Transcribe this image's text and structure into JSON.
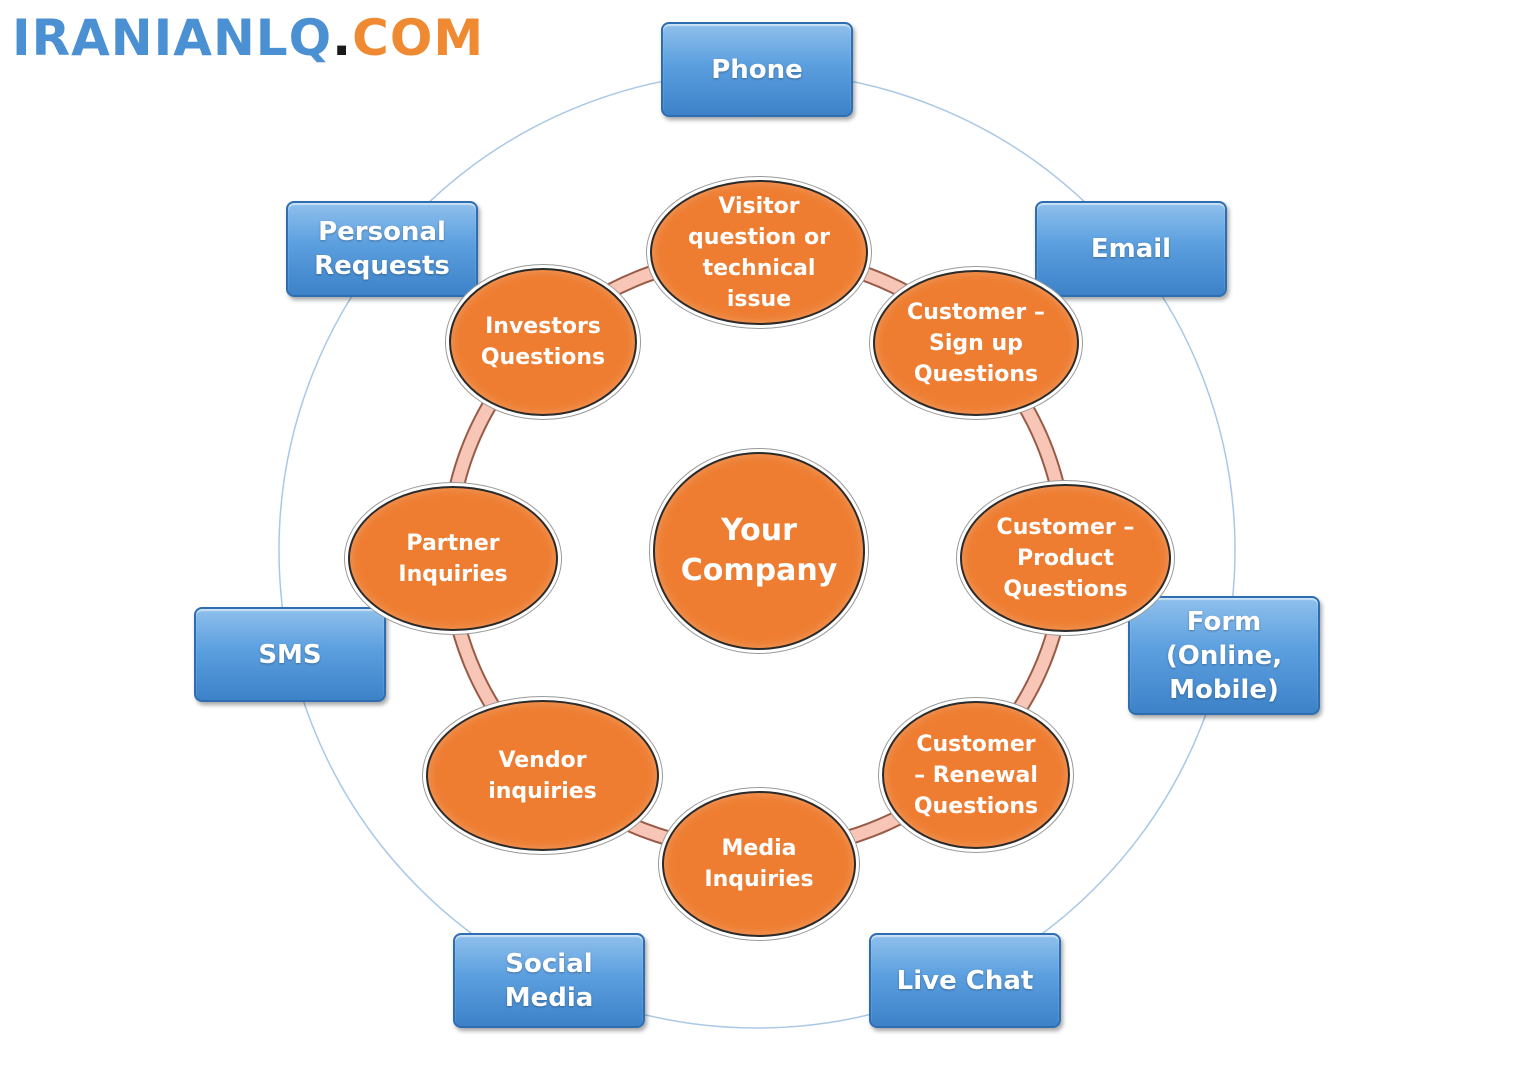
{
  "logo": {
    "part1": "IRANIANLQ",
    "dot": ".",
    "part2": "COM",
    "colors": {
      "blue": "#4a90d2",
      "orange": "#ef8a32"
    }
  },
  "center": {
    "label": "Your\nCompany"
  },
  "inner_nodes": [
    {
      "label": "Visitor\nquestion or\ntechnical\nissue"
    },
    {
      "label": "Customer –\nSign up\nQuestions"
    },
    {
      "label": "Customer –\nProduct\nQuestions"
    },
    {
      "label": "Customer\n– Renewal\nQuestions"
    },
    {
      "label": "Media\nInquiries"
    },
    {
      "label": "Vendor\ninquiries"
    },
    {
      "label": "Partner\nInquiries"
    },
    {
      "label": "Investors\nQuestions"
    }
  ],
  "channels": [
    {
      "label": "Phone"
    },
    {
      "label": "Email"
    },
    {
      "label": "Form\n(Online,\nMobile)"
    },
    {
      "label": "Live Chat"
    },
    {
      "label": "Social\nMedia"
    },
    {
      "label": "SMS"
    },
    {
      "label": "Personal\nRequests"
    }
  ],
  "colors": {
    "node_fill": "#ee7d31",
    "channel_fill": "#5b9fdf",
    "ring": "#f4b9a8",
    "outer_circle": "#a9c8e6"
  }
}
